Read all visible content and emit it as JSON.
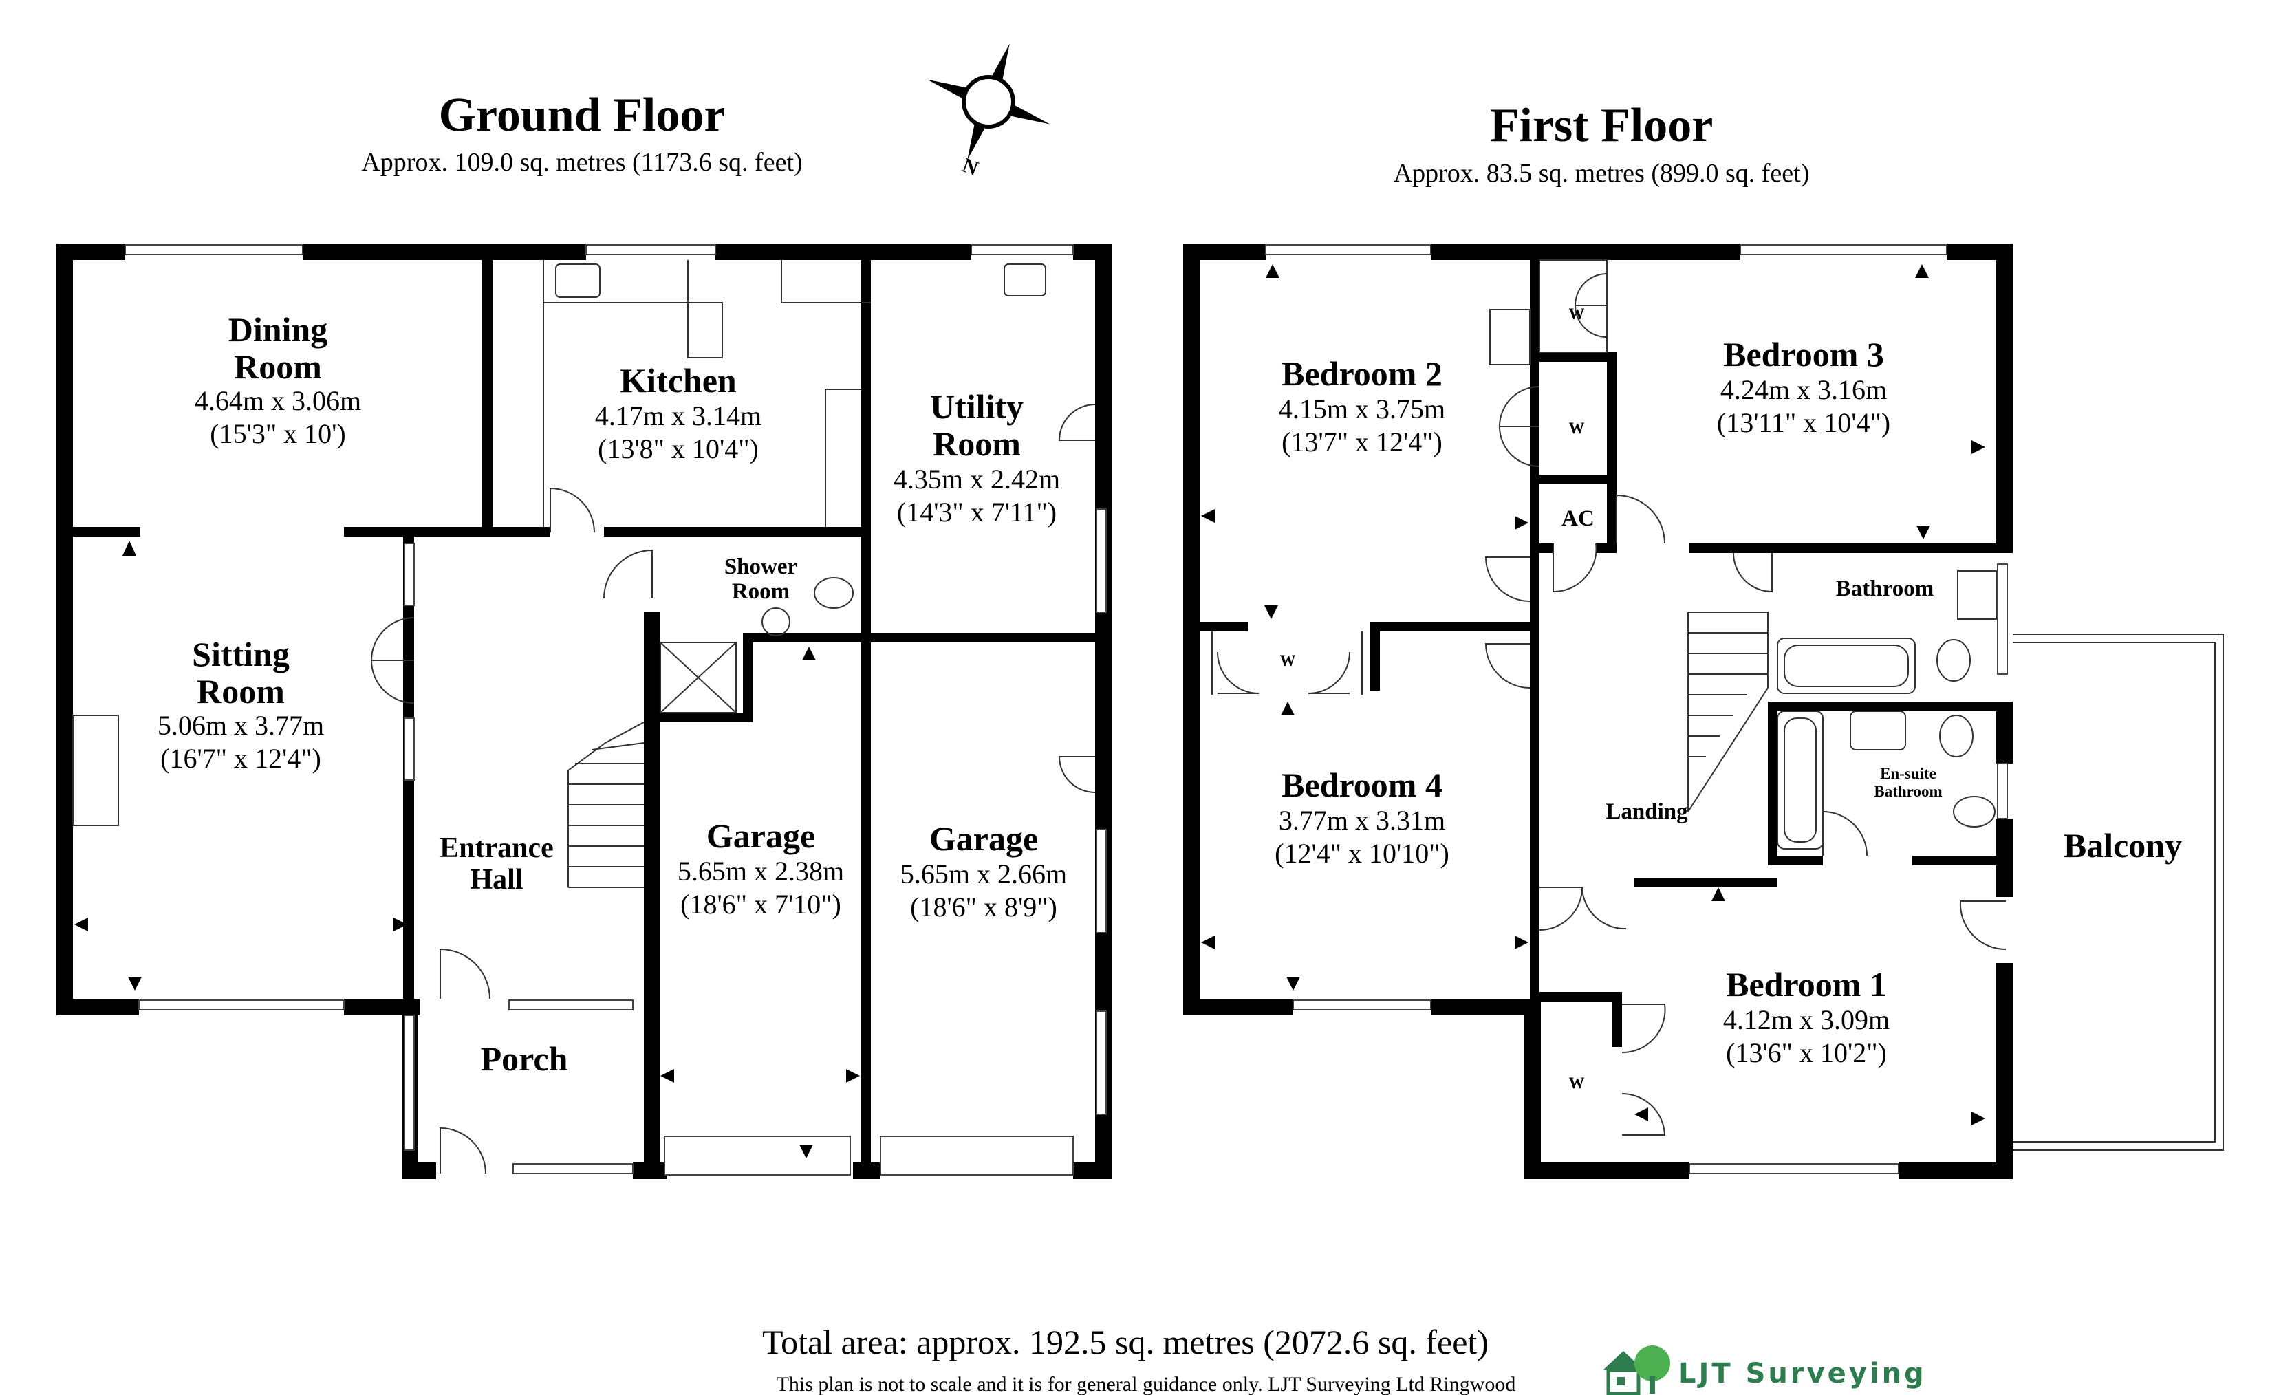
{
  "ground_floor": {
    "title": "Ground Floor",
    "area": "Approx. 109.0 sq. metres (1173.6 sq. feet)",
    "rooms": {
      "dining": {
        "name1": "Dining",
        "name2": "Room",
        "dim_m": "4.64m x 3.06m",
        "dim_ft": "(15'3\" x 10')"
      },
      "kitchen": {
        "name1": "Kitchen",
        "dim_m": "4.17m x 3.14m",
        "dim_ft": "(13'8\" x 10'4\")"
      },
      "utility": {
        "name1": "Utility",
        "name2": "Room",
        "dim_m": "4.35m x 2.42m",
        "dim_ft": "(14'3\" x 7'11\")"
      },
      "shower": {
        "name1": "Shower",
        "name2": "Room"
      },
      "sitting": {
        "name1": "Sitting",
        "name2": "Room",
        "dim_m": "5.06m x 3.77m",
        "dim_ft": "(16'7\" x 12'4\")"
      },
      "hall": {
        "name1": "Entrance",
        "name2": "Hall"
      },
      "porch": {
        "name1": "Porch"
      },
      "garage1": {
        "name1": "Garage",
        "dim_m": "5.65m x 2.38m",
        "dim_ft": "(18'6\" x 7'10\")"
      },
      "garage2": {
        "name1": "Garage",
        "dim_m": "5.65m x 2.66m",
        "dim_ft": "(18'6\" x 8'9\")"
      }
    }
  },
  "first_floor": {
    "title": "First Floor",
    "area": "Approx. 83.5 sq. metres (899.0 sq. feet)",
    "rooms": {
      "bed2": {
        "name1": "Bedroom 2",
        "dim_m": "4.15m x 3.75m",
        "dim_ft": "(13'7\" x 12'4\")"
      },
      "bed3": {
        "name1": "Bedroom 3",
        "dim_m": "4.24m x 3.16m",
        "dim_ft": "(13'11\" x 10'4\")"
      },
      "bed4": {
        "name1": "Bedroom 4",
        "dim_m": "3.77m x 3.31m",
        "dim_ft": "(12'4\" x 10'10\")"
      },
      "bed1": {
        "name1": "Bedroom 1",
        "dim_m": "4.12m x 3.09m",
        "dim_ft": "(13'6\" x 10'2\")"
      },
      "bathroom": {
        "name1": "Bathroom"
      },
      "ensuite": {
        "name1": "En-suite",
        "name2": "Bathroom"
      },
      "landing": {
        "name1": "Landing"
      },
      "balcony": {
        "name1": "Balcony"
      },
      "ac": {
        "name1": "AC"
      },
      "wardrobe": "W"
    }
  },
  "compass": {
    "north_label": "N"
  },
  "footer": {
    "total": "Total area: approx. 192.5 sq. metres (2072.6 sq. feet)",
    "disclaimer": "This plan is not to scale and it is for general guidance only. LJT Surveying Ltd Ringwood",
    "logo_text": "LJT Surveying",
    "logo_color": "#2e7d4f"
  },
  "colors": {
    "wall": "#000000",
    "background": "#ffffff"
  }
}
